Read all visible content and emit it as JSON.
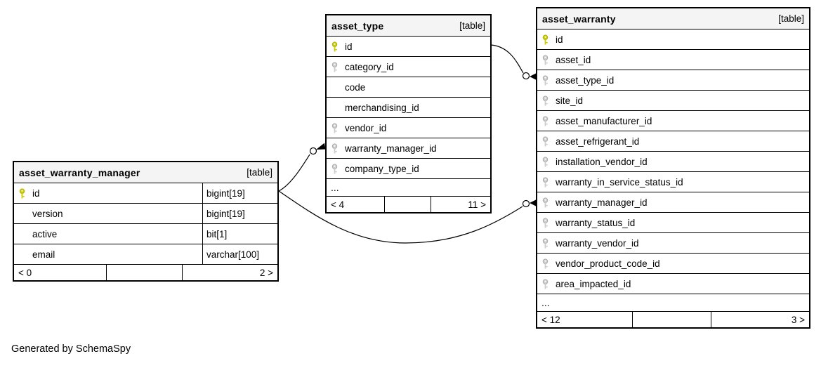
{
  "diagram": {
    "generator_note": "Generated by SchemaSpy",
    "colors": {
      "primary_key": "#cccc00",
      "foreign_key": "#cdcdcd",
      "header_bg": "#f4f4f4",
      "border": "#000000"
    }
  },
  "tables": {
    "asset_warranty_manager": {
      "title": "asset_warranty_manager",
      "badge": "[table]",
      "columns": [
        {
          "name": "id",
          "type": "bigint[19]",
          "key": "pk"
        },
        {
          "name": "version",
          "type": "bigint[19]",
          "key": "none"
        },
        {
          "name": "active",
          "type": "bit[1]",
          "key": "none"
        },
        {
          "name": "email",
          "type": "varchar[100]",
          "key": "none"
        }
      ],
      "footer_left": "< 0",
      "footer_right": "2 >"
    },
    "asset_type": {
      "title": "asset_type",
      "badge": "[table]",
      "columns": [
        {
          "name": "id",
          "key": "pk"
        },
        {
          "name": "category_id",
          "key": "fk"
        },
        {
          "name": "code",
          "key": "none"
        },
        {
          "name": "merchandising_id",
          "key": "none"
        },
        {
          "name": "vendor_id",
          "key": "fk"
        },
        {
          "name": "warranty_manager_id",
          "key": "fk"
        },
        {
          "name": "company_type_id",
          "key": "fk"
        }
      ],
      "more": "...",
      "footer_left": "< 4",
      "footer_right": "11 >"
    },
    "asset_warranty": {
      "title": "asset_warranty",
      "badge": "[table]",
      "columns": [
        {
          "name": "id",
          "key": "pk"
        },
        {
          "name": "asset_id",
          "key": "fk"
        },
        {
          "name": "asset_type_id",
          "key": "fk"
        },
        {
          "name": "site_id",
          "key": "fk"
        },
        {
          "name": "asset_manufacturer_id",
          "key": "fk"
        },
        {
          "name": "asset_refrigerant_id",
          "key": "fk"
        },
        {
          "name": "installation_vendor_id",
          "key": "fk"
        },
        {
          "name": "warranty_in_service_status_id",
          "key": "fk"
        },
        {
          "name": "warranty_manager_id",
          "key": "fk"
        },
        {
          "name": "warranty_status_id",
          "key": "fk"
        },
        {
          "name": "warranty_vendor_id",
          "key": "fk"
        },
        {
          "name": "vendor_product_code_id",
          "key": "fk"
        },
        {
          "name": "area_impacted_id",
          "key": "fk"
        }
      ],
      "more": "...",
      "footer_left": "< 12",
      "footer_right": "3 >"
    }
  }
}
